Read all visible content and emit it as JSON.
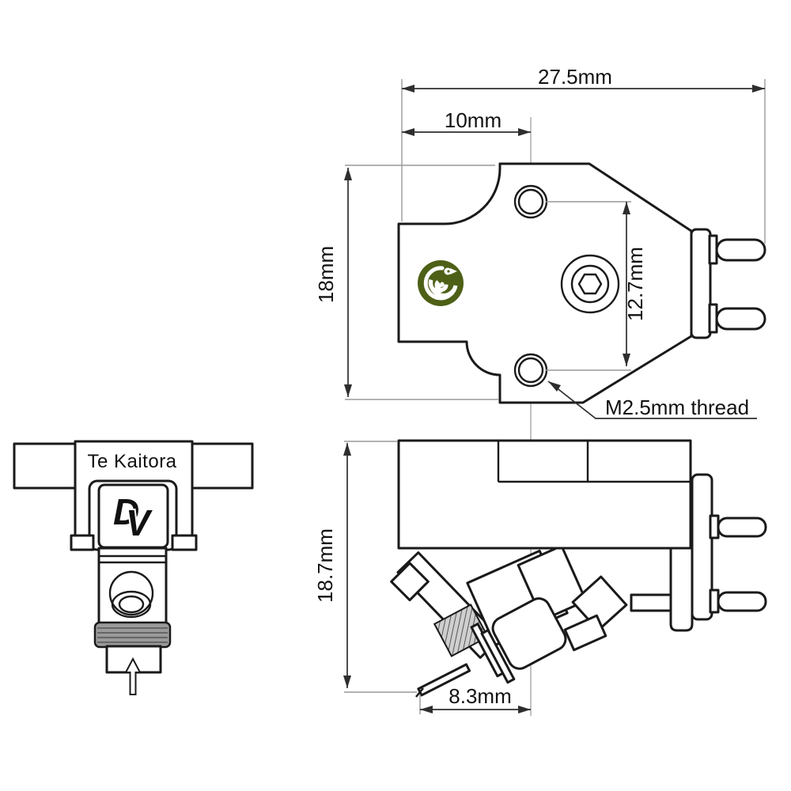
{
  "drawing": {
    "title_model": "Te Kaitora",
    "brand_d": "D",
    "brand_v": "V",
    "dims": {
      "overall_width": "27.5mm",
      "hole_offset": "10mm",
      "top_body_height": "18mm",
      "hole_spacing": "12.7mm",
      "thread_note": "M2.5mm thread",
      "side_height": "18.7mm",
      "stylus_offset": "8.3mm"
    },
    "colors": {
      "logo_green": "#4d6016",
      "outline": "#1a1a1a",
      "dimension_line": "#2e2e2e",
      "extension_line": "#999999",
      "centerline": "#b3b3b3",
      "collar_gray": "#9a9a9a",
      "hatch_gray": "#cfcfcf"
    },
    "icons": {
      "koru": "koru-spiral-logo-icon",
      "dv": "dynavector-dv-logo"
    }
  }
}
